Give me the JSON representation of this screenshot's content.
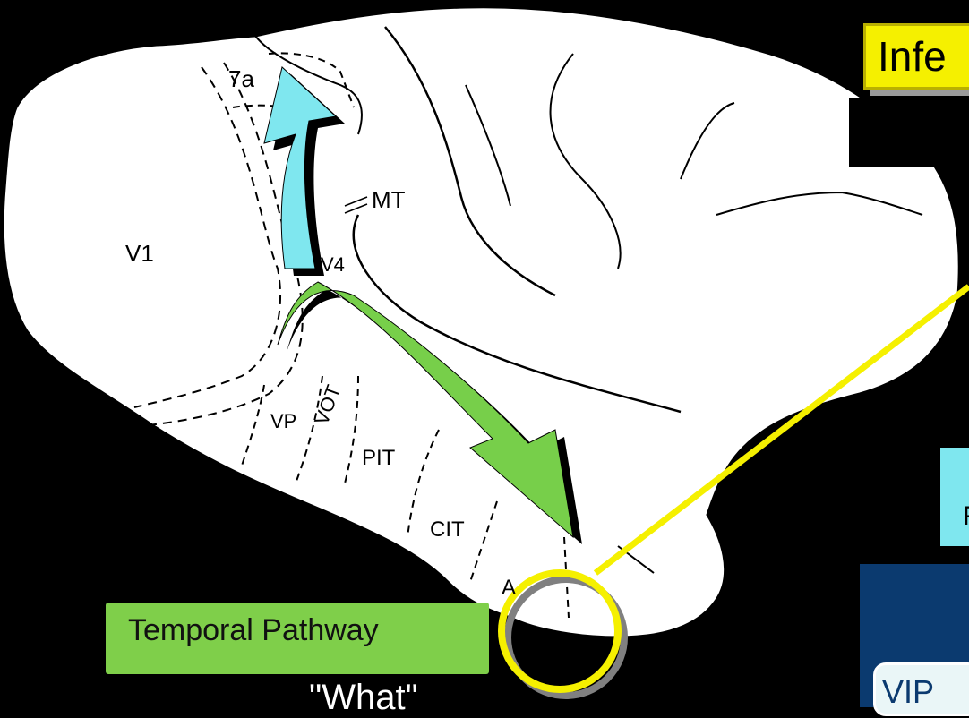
{
  "title": "Infe",
  "areas": {
    "v1": "V1",
    "a7a": "7a",
    "mt": "MT",
    "v4": "V4",
    "vp": "VP",
    "vot": "VOT",
    "pit": "PIT",
    "cit": "CIT",
    "ait": "A"
  },
  "pathway_label": "Temporal Pathway",
  "pathway_caption": "\"What\"",
  "right_panel": {
    "cyan_text": "F",
    "vip_text": "VIP"
  },
  "colors": {
    "dorsal_arrow": "#7fe7ef",
    "ventral_arrow": "#77cf4a",
    "highlight": "#f5f000",
    "title_box": "#f5f000",
    "pathway_box": "#7fcf4a",
    "panel_blue": "#0b3a6f"
  }
}
